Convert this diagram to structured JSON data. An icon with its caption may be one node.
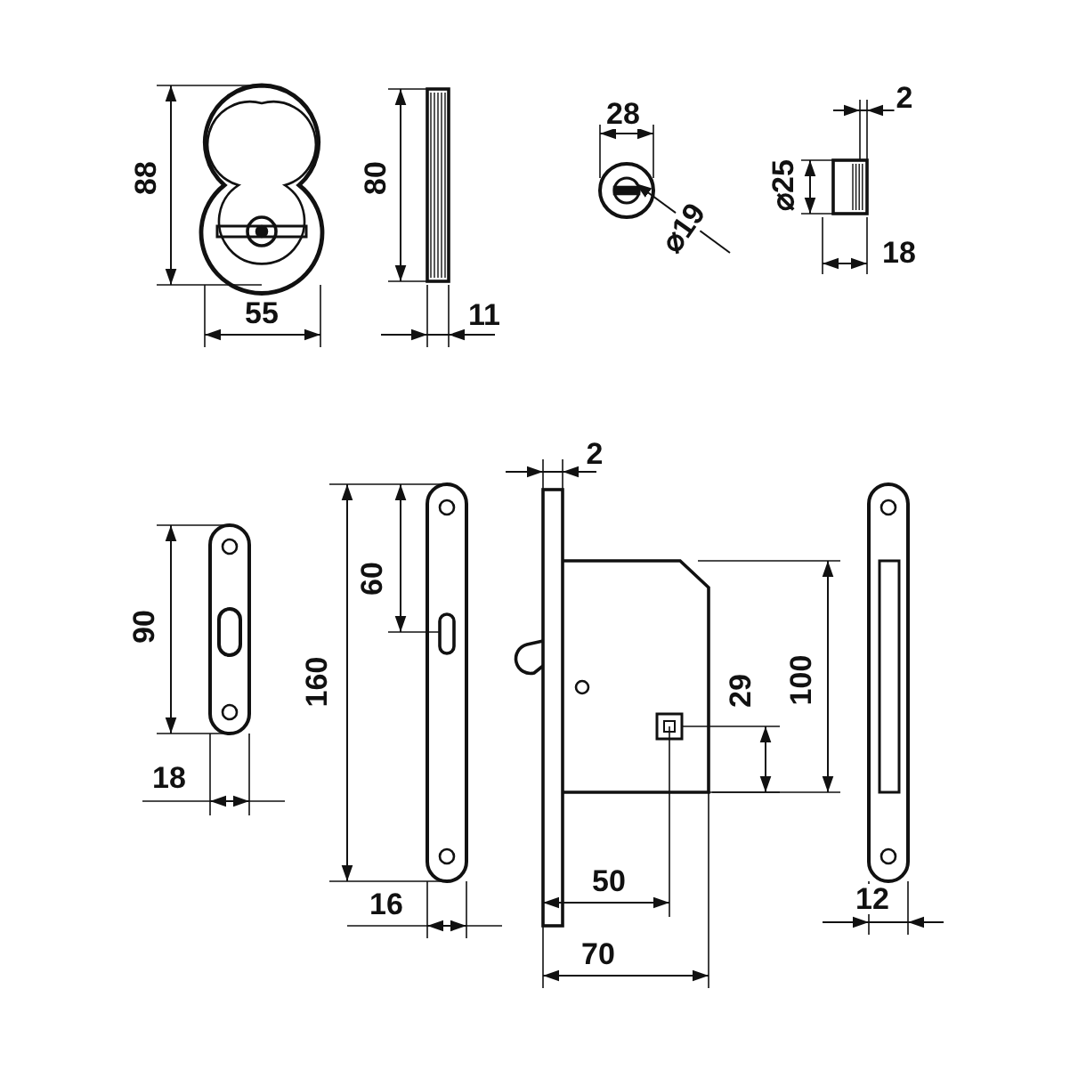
{
  "diagram": {
    "labels": [
      "88",
      "55",
      "80",
      "11",
      "28",
      "⌀19",
      "2",
      "⌀25",
      "18",
      "90",
      "18",
      "160",
      "60",
      "16",
      "2",
      "29",
      "100",
      "50",
      "70",
      "12"
    ]
  }
}
